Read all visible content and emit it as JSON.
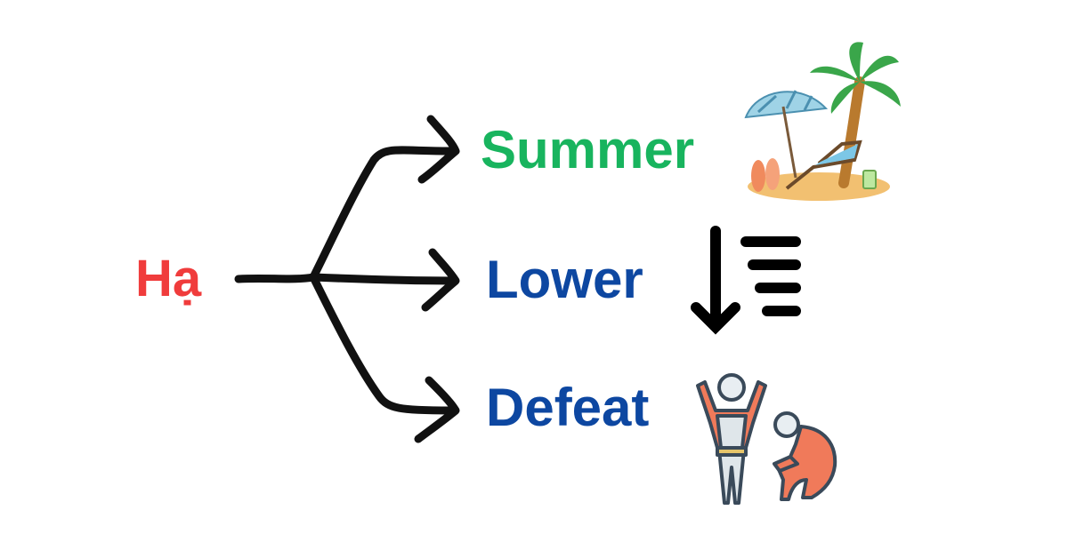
{
  "root": {
    "label": "Hạ",
    "color": "#f03c3c"
  },
  "meanings": [
    {
      "label": "Summer",
      "color": "#18b45e",
      "icon": "beach-umbrella-palm-icon"
    },
    {
      "label": "Lower",
      "color": "#0d47a1",
      "icon": "sort-descending-icon"
    },
    {
      "label": "Defeat",
      "color": "#0d47a1",
      "icon": "winner-loser-icon"
    }
  ]
}
